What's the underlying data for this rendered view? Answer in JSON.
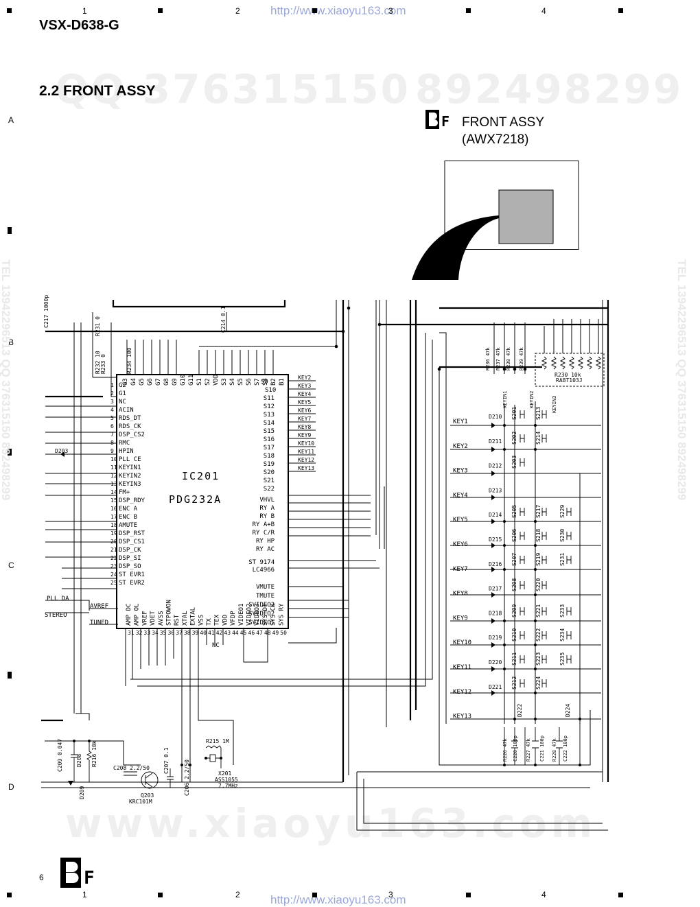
{
  "header": {
    "model": "VSX-D638-G",
    "url_top": "http://www.xiaoyu163.com",
    "url_bottom": "http://www.xiaoyu163.com"
  },
  "grid": {
    "columns": [
      "1",
      "2",
      "3",
      "4"
    ],
    "rows": [
      "A",
      "B",
      "C",
      "D"
    ]
  },
  "section": {
    "title": "2.2 FRONT ASSY"
  },
  "assy_ref": {
    "badge": "F",
    "name": "FRONT ASSY",
    "part": "(AWX7218)"
  },
  "watermarks": {
    "qq1": "QQ 376315150",
    "qq2": "892498299",
    "www": "www.xiaoyu163.com",
    "side_left": "TEL 13942296513 QQ 376315150 892498299",
    "side_right": "TEL 13942296513 QQ 376315150 892498299"
  },
  "ic": {
    "ref": "IC201",
    "part": "PDG232A",
    "left_pins": [
      "G2",
      "G1",
      "NC",
      "ACIN",
      "RDS_DT",
      "RDS_CK",
      "DSP_CS2",
      "RMC",
      "HPIN",
      "PLL CE",
      "KEYIN1",
      "KEYIN2",
      "KEYIN3",
      "FM+",
      "DSP_RDY",
      "ENC A",
      "ENC B",
      "AMUTE",
      "DSP_RST",
      "DSP_CS1",
      "DSP_CK",
      "DSP_SI",
      "DSP_SO",
      "ST EVR1",
      "ST EVR2"
    ],
    "top_pins": [
      "G3",
      "G4",
      "G5",
      "G6",
      "G7",
      "G8",
      "G9",
      "G10",
      "G11",
      "S1",
      "S2",
      "VDD",
      "S3",
      "S4",
      "S5",
      "S6",
      "S7",
      "S8",
      "B2",
      "B1"
    ],
    "right_pins": [
      "S9",
      "S10",
      "S11",
      "S12",
      "S13",
      "S14",
      "S15",
      "S16",
      "S17",
      "S18",
      "S19",
      "S20",
      "S21",
      "S22",
      "VHVL",
      "RY A",
      "RY B",
      "RY A+B",
      "RY C/R",
      "RY HP",
      "RY AC",
      "ST 9174",
      "LC4966",
      "VMUTE",
      "TMUTE",
      "SVIDEO3",
      "SVIDEO2",
      "SVIDEO1"
    ],
    "bottom_pins": [
      "AMP DC",
      "AMP OL",
      "VREF",
      "VDET",
      "AVSS",
      "STPOWON",
      "RST",
      "XTAL",
      "EXTAL",
      "VSS",
      "TX",
      "TEX",
      "VDD",
      "VFDP",
      "VIDEO1",
      "VIDEO2",
      "VIDEO3",
      "SYS DT",
      "SYS CK",
      "SYS RY"
    ],
    "bottom_nums": [
      "31",
      "32",
      "33",
      "34",
      "35",
      "36",
      "37",
      "38",
      "39",
      "40",
      "41",
      "42",
      "43",
      "44",
      "45",
      "46",
      "47",
      "48",
      "49",
      "50"
    ],
    "nc_label": "NC"
  },
  "key_lines": [
    "KEY1",
    "KEY2",
    "KEY3",
    "KEY4",
    "KEY5",
    "KEY6",
    "KEY7",
    "KEY8",
    "KEY9",
    "KEY10",
    "KEY11",
    "KEY12",
    "KEY13"
  ],
  "key_nets": [
    "KEY2",
    "KEY3",
    "KEY4",
    "KEY5",
    "KEY6",
    "KEY7",
    "KEY8",
    "KEY9",
    "KEY10",
    "KEY11",
    "KEY12",
    "KEY13"
  ],
  "key_diodes": [
    "D210",
    "D211",
    "D212",
    "D213",
    "D214",
    "D215",
    "D216",
    "D217",
    "D218",
    "D219",
    "D220",
    "D221"
  ],
  "switch_col1": [
    "S201",
    "S202",
    "S203",
    "S205",
    "S206",
    "S207",
    "S208",
    "S209",
    "S210",
    "S211",
    "S212"
  ],
  "switch_col2": [
    "S213",
    "S214",
    "S217",
    "S218",
    "S219",
    "S220",
    "S221",
    "S222",
    "S223",
    "S224"
  ],
  "switch_col3": [
    "S229",
    "S230",
    "S231",
    "S233",
    "S234",
    "S235"
  ],
  "keyin": [
    "KEYIN1",
    "KEYIN2",
    "KEYIN3"
  ],
  "left_signals": [
    "PLL DA",
    "STEREO",
    "AVREF",
    "TUNED"
  ],
  "components": {
    "c217": "C217 1000p",
    "r231": "R231 0",
    "r232": "R232 10",
    "r233": "R233 0",
    "r234": "R234 100",
    "c214": "C214 0.1",
    "r230": "R230 10k",
    "ra": "RA8T103J",
    "r236": "R236 47k",
    "r237": "R237 47k",
    "r238": "R238 47k",
    "r239": "R239 47k",
    "d203": "D203",
    "c209": "C209 0.047",
    "d208": "D208",
    "r216": "R216 10k",
    "d209": "D209",
    "c208": "C208 2.2/50",
    "q203": "Q203",
    "q203_part": "KRC101M",
    "c207": "C207 0.1",
    "c206": "C206 2.2/50",
    "r215": "R215 1M",
    "x201": "X201",
    "x201_part": "ASS1055",
    "x201_freq": "7.7MHz",
    "d222": "D222",
    "d224": "D224",
    "r226": "R226 47k",
    "c220": "C220 100p",
    "r227": "R227 47k",
    "c221": "C221 100p",
    "r228": "R228 47k",
    "c222": "C222 100p"
  },
  "footer": {
    "page": "6",
    "badge": "F"
  }
}
